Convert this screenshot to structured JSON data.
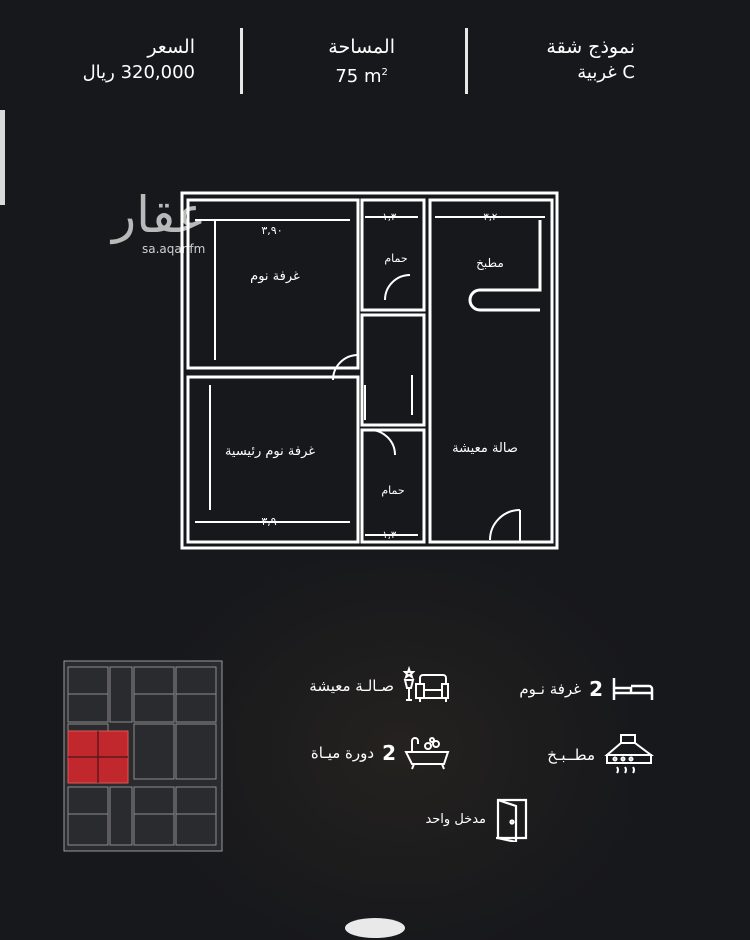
{
  "header": {
    "model_label": "نموذج شقة",
    "model_value": "C غربية",
    "area_label": "المساحة",
    "area_value": "75 m",
    "area_unit_sup": "2",
    "price_label": "السعر",
    "price_value": "320,000 ريال"
  },
  "watermark": {
    "logo": "عقار",
    "site": "sa.aqar.fm"
  },
  "plan": {
    "rooms": {
      "bedroom": "غرفة نوم",
      "master_bedroom": "غرفة نوم رئيسية",
      "bath_top": "حمام",
      "bath_bottom": "حمام",
      "kitchen": "مطبخ",
      "living": "صالة معيشة"
    },
    "dims": {
      "bedroom_width": "٣,٩٠",
      "master_width": "٣,٩٠",
      "bath_top_width": "١,٣٠",
      "bath_bottom_width": "١,٣٠",
      "kitchen_width": "٣,٢٠"
    }
  },
  "features": {
    "bedrooms": {
      "count": "2",
      "label": "غرفة نـوم",
      "icon": "bed-icon"
    },
    "living": {
      "label": "صـالـة معيشة",
      "icon": "sofa-icon"
    },
    "kitchen": {
      "label": "مطــبـخ",
      "icon": "stove-hood-icon"
    },
    "bathrooms": {
      "count": "2",
      "label": "دورة ميـاة",
      "icon": "bathtub-icon"
    },
    "entrance": {
      "label": "مدخل واحد",
      "icon": "door-icon"
    }
  },
  "colors": {
    "background": "#17181c",
    "lines": "#ffffff",
    "highlight": "#c0282d"
  }
}
